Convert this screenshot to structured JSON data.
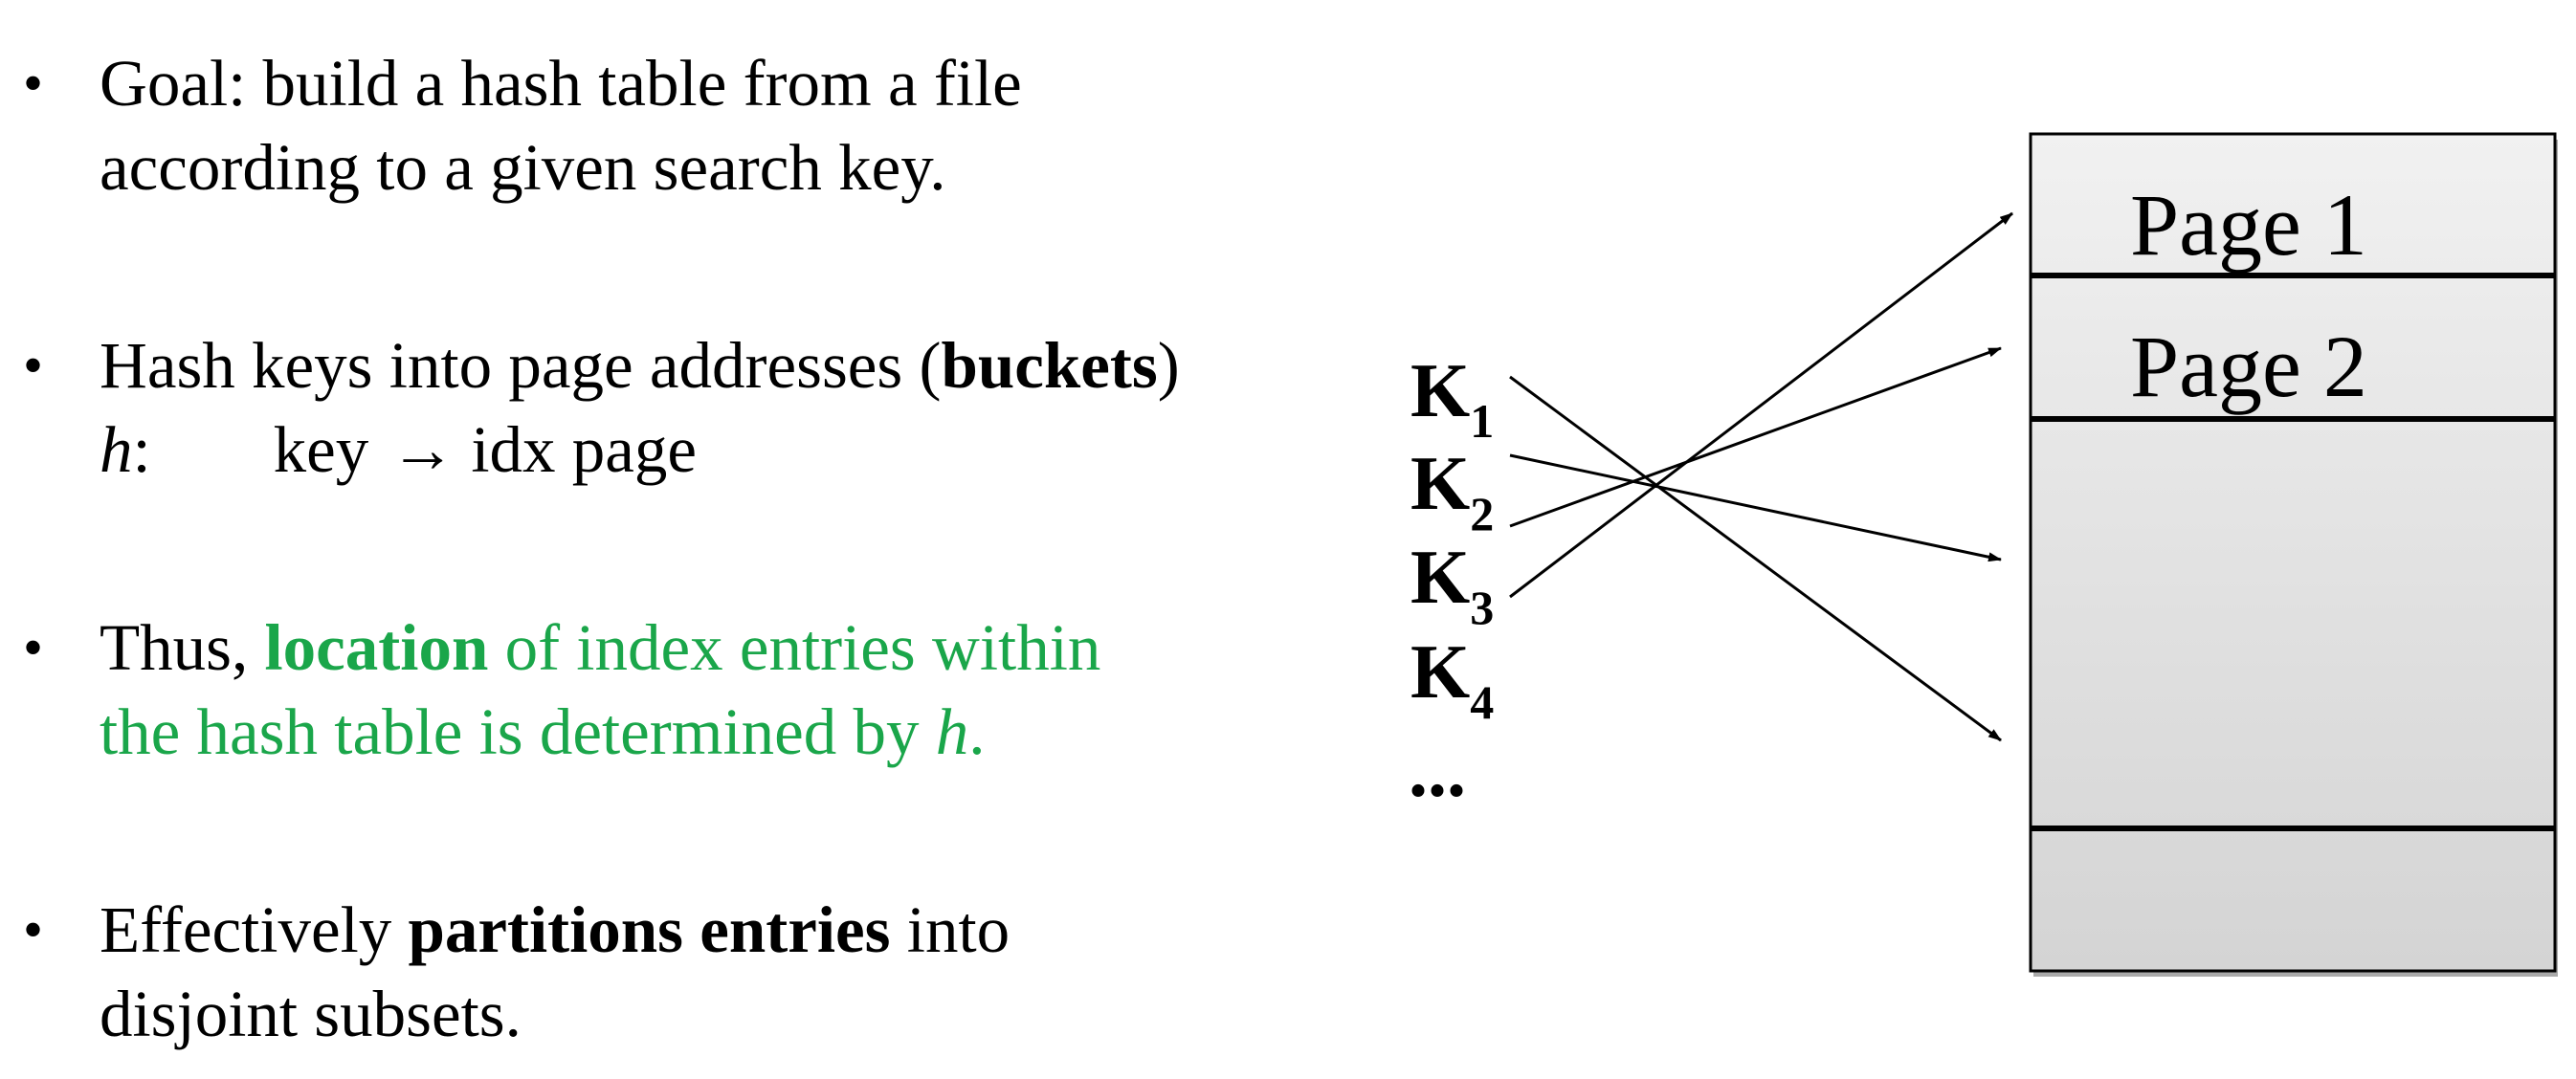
{
  "bullets": [
    {
      "line1": "Goal: build a hash table from a file",
      "line2": "according to a given search key."
    },
    {
      "line1_pre": "Hash keys into page addresses (",
      "line1_bold": "buckets",
      "line1_post": ")",
      "h": "h",
      "colon": ":",
      "key": "key",
      "arrow": "→",
      "target": "idx page"
    },
    {
      "pre": "Thus, ",
      "bold": "location",
      "rest1": " of index entries within",
      "line2_pre": "the hash table is determined by ",
      "h": "h",
      "period": "."
    },
    {
      "pre": "Effectively ",
      "bold": "partitions entries",
      "post": " into",
      "line2": "disjoint subsets."
    }
  ],
  "keys": [
    {
      "letter": "K",
      "sub": "1"
    },
    {
      "letter": "K",
      "sub": "2"
    },
    {
      "letter": "K",
      "sub": "3"
    },
    {
      "letter": "K",
      "sub": "4"
    }
  ],
  "ellipsis": "...",
  "pages": [
    "Page 1",
    "Page 2"
  ],
  "colors": {
    "green": "#1aa64a",
    "page_fill_top": "#f1f1f1",
    "page_fill_bottom": "#d4d4d4",
    "divider": "#000000"
  }
}
